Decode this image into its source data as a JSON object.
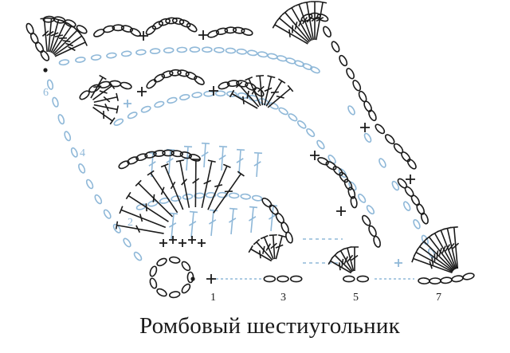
{
  "caption": "Ромбовый шестиугольник",
  "row_numbers": [
    "1",
    "2",
    "3",
    "4",
    "5",
    "6",
    "7"
  ],
  "colors": {
    "dark": "#1b1b1b",
    "light": "#8fb8d8",
    "background": "#ffffff"
  },
  "legend_symbols": [
    "chain-stitch",
    "single-crochet",
    "double-crochet",
    "slip-stitch"
  ]
}
